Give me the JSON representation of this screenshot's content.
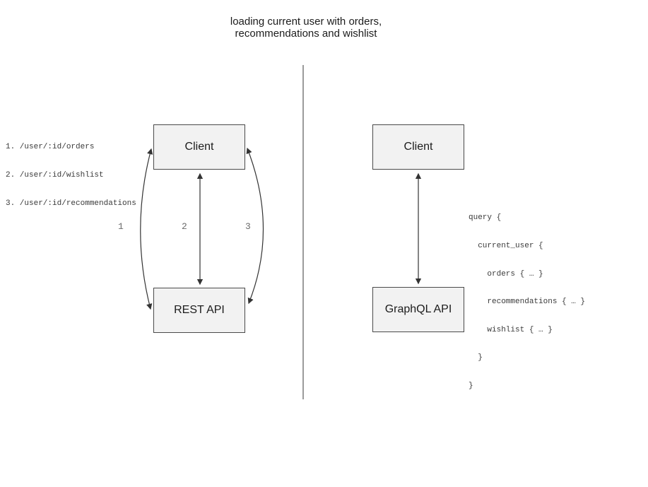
{
  "title": {
    "line1": "loading current user with orders,",
    "line2": "recommendations and wishlist"
  },
  "rest_panel": {
    "client_label": "Client",
    "api_label": "REST API",
    "endpoints": [
      "1. /user/:id/orders",
      "2. /user/:id/wishlist",
      "3. /user/:id/recommendations"
    ],
    "arrow_labels": [
      "1",
      "2",
      "3"
    ]
  },
  "graphql_panel": {
    "client_label": "Client",
    "api_label": "GraphQL API",
    "query_lines": [
      "query {",
      "  current_user {",
      "    orders { … }",
      "    recommendations { … }",
      "    wishlist { … }",
      "  }",
      "}"
    ]
  },
  "colors": {
    "background": "#ffffff",
    "box_fill": "#f2f2f2",
    "box_border": "#4a4a4a",
    "arrow": "#333333",
    "divider": "#7a7a7a",
    "label_gray": "#6b6b6b",
    "mono_text": "#3a3a3a",
    "title_text": "#1c1c1c"
  }
}
